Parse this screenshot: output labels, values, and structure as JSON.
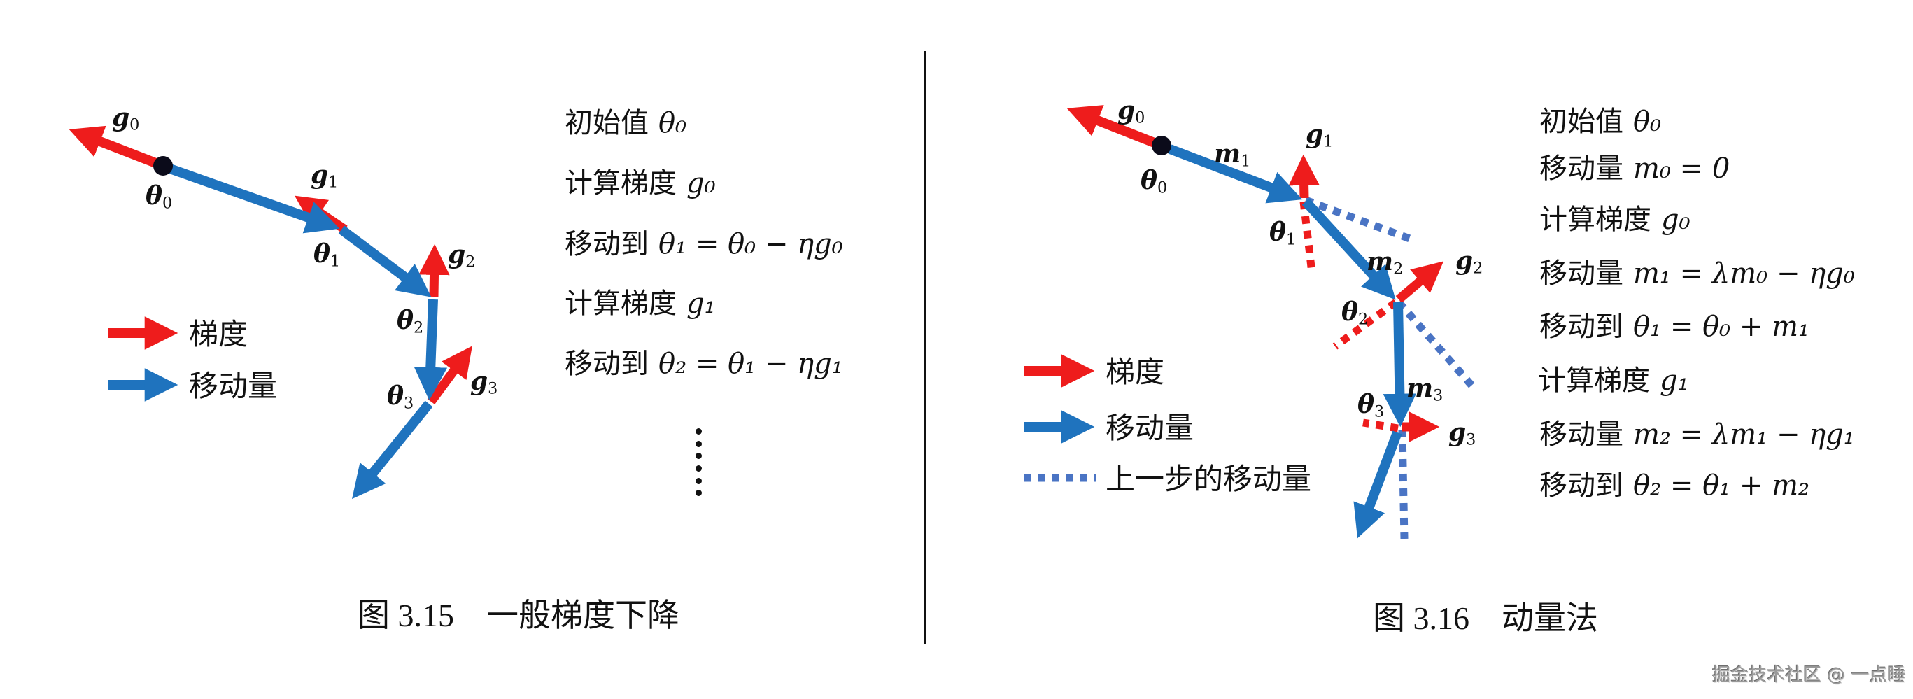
{
  "colors": {
    "gradient": "#ee1c1c",
    "movement": "#1f73be",
    "prev_movement": "#4a74c4",
    "ink": "#111111"
  },
  "left_figure": {
    "caption": "图 3.15　一般梯度下降",
    "points": {
      "theta0": [
        233,
        237
      ],
      "theta1": [
        488,
        328
      ],
      "theta2": [
        620,
        427
      ],
      "theta3": [
        613,
        575
      ],
      "next": [
        500,
        717
      ]
    },
    "gradient_tips": {
      "g0": [
        97,
        183
      ],
      "g1": [
        420,
        278
      ],
      "g2": [
        622,
        348
      ],
      "g3": [
        677,
        493
      ]
    },
    "labels": {
      "g0": {
        "base": "g",
        "sub": "0"
      },
      "g1": {
        "base": "g",
        "sub": "1"
      },
      "g2": {
        "base": "g",
        "sub": "2"
      },
      "g3": {
        "base": "g",
        "sub": "3"
      },
      "theta0": {
        "base": "θ",
        "sub": "0"
      },
      "theta1": {
        "base": "θ",
        "sub": "1"
      },
      "theta2": {
        "base": "θ",
        "sub": "2"
      },
      "theta3": {
        "base": "θ",
        "sub": "3"
      }
    },
    "legend": [
      {
        "label": "梯度",
        "kind": "gradient"
      },
      {
        "label": "移动量",
        "kind": "movement"
      }
    ],
    "steps": [
      {
        "cn": "初始值",
        "math": "θ₀"
      },
      {
        "cn": "计算梯度",
        "math": "g₀"
      },
      {
        "cn": "移动到",
        "math": "θ₁ = θ₀ − ηg₀"
      },
      {
        "cn": "计算梯度",
        "math": "g₁"
      },
      {
        "cn": "移动到",
        "math": "θ₂ = θ₁ − ηg₁"
      }
    ],
    "continuation": "⋮"
  },
  "right_figure": {
    "caption": "图 3.16　动量法",
    "points": {
      "theta0": [
        1660,
        208
      ],
      "theta1": [
        1863,
        285
      ],
      "theta2": [
        1997,
        430
      ],
      "theta3": [
        2002,
        612
      ],
      "next": [
        1938,
        772
      ]
    },
    "labels": {
      "g0": {
        "base": "g",
        "sub": "0"
      },
      "g1": {
        "base": "g",
        "sub": "1"
      },
      "g2": {
        "base": "g",
        "sub": "2"
      },
      "g3": {
        "base": "g",
        "sub": "3"
      },
      "m1": {
        "base": "m",
        "sub": "1"
      },
      "m2": {
        "base": "m",
        "sub": "2"
      },
      "m3": {
        "base": "m",
        "sub": "3"
      },
      "theta0": {
        "base": "θ",
        "sub": "0"
      },
      "theta1": {
        "base": "θ",
        "sub": "1"
      },
      "theta2": {
        "base": "θ",
        "sub": "2"
      },
      "theta3": {
        "base": "θ",
        "sub": "3"
      }
    },
    "legend": [
      {
        "label": "梯度",
        "kind": "gradient"
      },
      {
        "label": "移动量",
        "kind": "movement"
      },
      {
        "label": "上一步的移动量",
        "kind": "prev_movement"
      }
    ],
    "steps": [
      {
        "cn": "初始值",
        "math": "θ₀"
      },
      {
        "cn": "移动量",
        "math": "m₀ = 0"
      },
      {
        "cn": "计算梯度",
        "math": "g₀"
      },
      {
        "cn": "移动量",
        "math": "m₁ = λm₀ − ηg₀"
      },
      {
        "cn": "移动到",
        "math": "θ₁ = θ₀ + m₁"
      },
      {
        "cn": "计算梯度",
        "math": "g₁"
      },
      {
        "cn": "移动量",
        "math": "m₂ = λm₁ − ηg₁"
      },
      {
        "cn": "移动到",
        "math": "θ₂ = θ₁ + m₂"
      }
    ]
  },
  "watermark": "掘金技术社区 @ 一点睡"
}
